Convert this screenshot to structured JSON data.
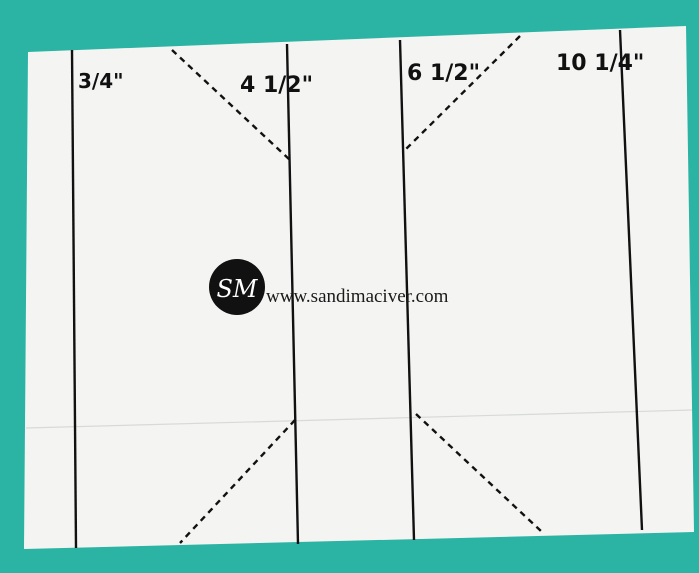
{
  "photo": {
    "background_color": "#2bb3a4",
    "card_color": "#f4f5f3",
    "line_color": "#111111"
  },
  "measurements": [
    {
      "label": "3/4\"",
      "x_in": 0.75
    },
    {
      "label": "4 1/2\"",
      "x_in": 4.5
    },
    {
      "label": "6 1/2\"",
      "x_in": 6.5
    },
    {
      "label": "10 1/4\"",
      "x_in": 10.25
    }
  ],
  "fold_lines": {
    "style": "solid",
    "count": 4
  },
  "cut_guides": {
    "style": "dashed",
    "count": 4
  },
  "watermark": {
    "logo_text": "SM",
    "url_text": "www.sandimaciver.com"
  }
}
